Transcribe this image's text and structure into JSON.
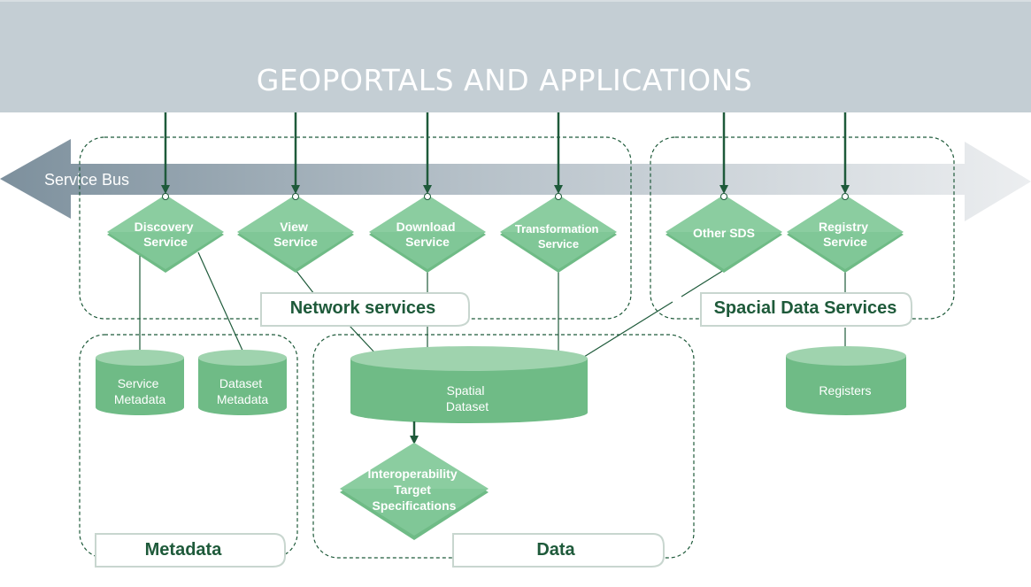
{
  "banner": {
    "title": "GEOPORTALS AND APPLICATIONS"
  },
  "service_bus": {
    "label": "Service Bus"
  },
  "services": {
    "discovery": [
      "Discovery",
      "Service"
    ],
    "view": [
      "View",
      "Service"
    ],
    "download": [
      "Download",
      "Service"
    ],
    "transformation": [
      "Transformation",
      "Service"
    ],
    "other_sds": [
      "Other SDS"
    ],
    "registry": [
      "Registry",
      "Service"
    ]
  },
  "stores": {
    "service_metadata": [
      "Service",
      "Metadata"
    ],
    "dataset_metadata": [
      "Dataset",
      "Metadata"
    ],
    "spatial_dataset": [
      "Spatial",
      "Dataset"
    ],
    "registers": [
      "Registers"
    ]
  },
  "specs": {
    "interoperability": [
      "Interoperability",
      "Target",
      "Specifications"
    ]
  },
  "groups": {
    "network_services": "Network services",
    "spacial_data_services": "Spacial Data Services",
    "metadata": "Metadata",
    "data": "Data"
  },
  "colors": {
    "banner": "#c4ced4",
    "node_fill": "#7cc493",
    "node_top": "#9fd3ae",
    "group_text": "#1e5a3a",
    "bus_dark": "#7f919e",
    "bus_light": "#e6e9eb"
  }
}
